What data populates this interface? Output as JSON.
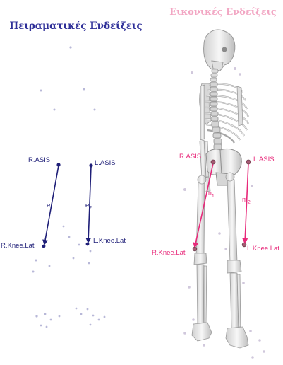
{
  "titles": {
    "experimental": "Πειραματικές Ενδείξεις",
    "virtual": "Εικονικές Ενδείξεις"
  },
  "experimental_labels": {
    "r_asis": "R.ASIS",
    "l_asis": "L.ASIS",
    "r_knee": "R.Knee.Lat",
    "l_knee": "L.Knee.Lat",
    "e1": "e",
    "e1_sub": "1",
    "e2": "e",
    "e2_sub": "2"
  },
  "virtual_labels": {
    "r_asis": "R.ASIS",
    "l_asis": "L.ASIS",
    "r_knee": "R.Knee.Lat",
    "l_knee": "L.Knee.Lat",
    "m1": "m",
    "m1_sub": "1",
    "m2": "m",
    "m2_sub": "2"
  },
  "colors": {
    "experimental": "#1f1f78",
    "virtual": "#e8297a",
    "title_experimental": "#2e2f98",
    "title_virtual": "#f2a6c3",
    "scatter_markers": "#b8b8d8",
    "bone": "#e9e9e9"
  }
}
